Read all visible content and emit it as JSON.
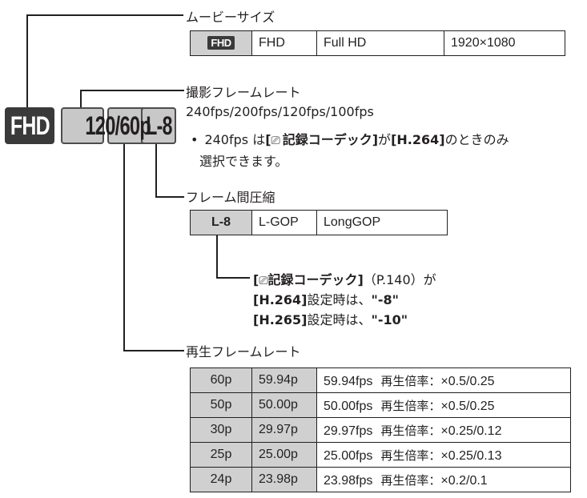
{
  "badges": {
    "resolution": "FHD",
    "framerate": "120/60p",
    "compression": "L-8"
  },
  "movie_size": {
    "label": "ムービーサイズ",
    "row": {
      "icon": "FHD",
      "code": "FHD",
      "name": "Full HD",
      "pixels": "1920×1080"
    }
  },
  "capture_rate": {
    "label": "撮影フレームレート",
    "values": "240fps/200fps/120fps/100fps",
    "note_bullet": "•",
    "note_a": "240fps は",
    "note_b": "[",
    "note_c": "記録コーデック",
    "note_d": "]",
    "note_e": "が",
    "note_f": "[H.264]",
    "note_g": "のときのみ",
    "note_line2": "選択できます。",
    "icon_glyph": "🎥"
  },
  "compression": {
    "label": "フレーム間圧縮",
    "row": {
      "code": "L-8",
      "short": "L-GOP",
      "name": "LongGOP"
    },
    "detail_a": "[",
    "detail_b": "記録コーデック",
    "detail_c": "]",
    "detail_d": "（P.140）が",
    "h264": "[H.264]",
    "h264_text": "設定時は、",
    "h264_val": "\"-8\"",
    "h265": "[H.265]",
    "h265_text": "設定時は、",
    "h265_val": "\"-10\""
  },
  "playback_rate": {
    "label": "再生フレームレート",
    "rate_prefix": "再生倍率：",
    "rows": [
      {
        "code": "60p",
        "actual": "59.94p",
        "fps": "59.94fps",
        "ratio": "×0.5/0.25"
      },
      {
        "code": "50p",
        "actual": "50.00p",
        "fps": "50.00fps",
        "ratio": "×0.5/0.25"
      },
      {
        "code": "30p",
        "actual": "29.97p",
        "fps": "29.97fps",
        "ratio": "×0.25/0.12"
      },
      {
        "code": "25p",
        "actual": "25.00p",
        "fps": "25.00fps",
        "ratio": "×0.25/0.13"
      },
      {
        "code": "24p",
        "actual": "23.98p",
        "fps": "23.98fps",
        "ratio": "×0.2/0.1"
      }
    ]
  }
}
